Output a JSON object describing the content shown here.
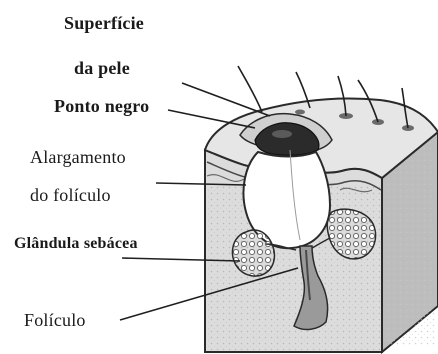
{
  "labels": {
    "superficie_line1": "Superfície",
    "superficie_line2": "da pele",
    "ponto_negro": "Ponto negro",
    "alargamento_line1": "Alargamento",
    "alargamento_line2": "do folículo",
    "glandula": "Glândula sebácea",
    "foliculo": "Folículo"
  }
}
